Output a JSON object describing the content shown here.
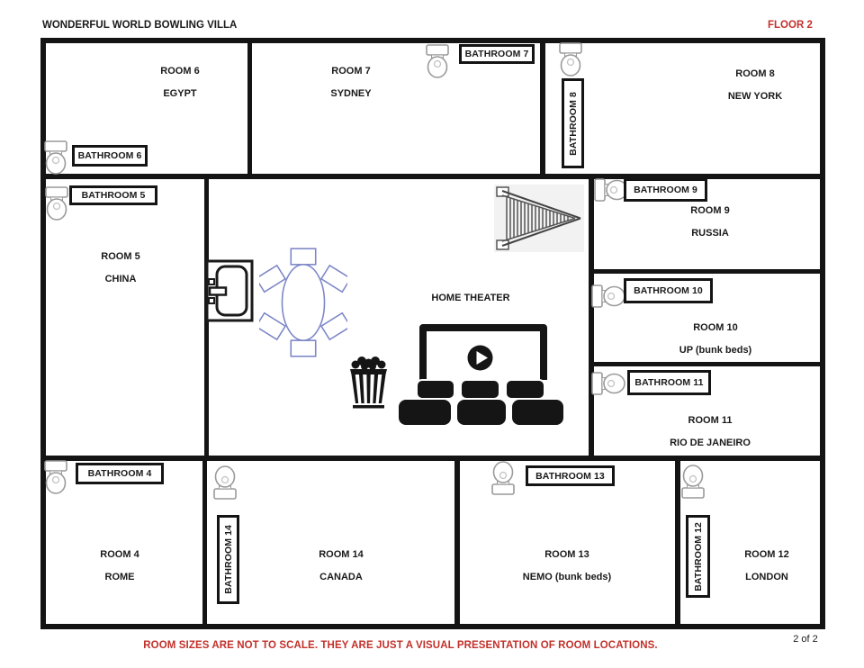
{
  "header": {
    "title": "WONDERFUL WORLD BOWLING VILLA",
    "floor_label": "FLOOR 2"
  },
  "footer": {
    "disclaimer": "ROOM SIZES ARE NOT TO SCALE. THEY ARE JUST A VISUAL PRESENTATION OF ROOM LOCATIONS.",
    "page": "2 of 2"
  },
  "rooms": {
    "r4": {
      "label": "ROOM 4",
      "theme": "ROME"
    },
    "r5": {
      "label": "ROOM 5",
      "theme": "CHINA"
    },
    "r6": {
      "label": "ROOM 6",
      "theme": "EGYPT"
    },
    "r7": {
      "label": "ROOM 7",
      "theme": "SYDNEY"
    },
    "r8": {
      "label": "ROOM 8",
      "theme": "NEW YORK"
    },
    "r9": {
      "label": "ROOM 9",
      "theme": "RUSSIA"
    },
    "r10": {
      "label": "ROOM 10",
      "theme": "UP (bunk beds)"
    },
    "r11": {
      "label": "ROOM 11",
      "theme": "RIO DE JANEIRO"
    },
    "r12": {
      "label": "ROOM 12",
      "theme": "LONDON"
    },
    "r13": {
      "label": "ROOM 13",
      "theme": "NEMO (bunk beds)"
    },
    "r14": {
      "label": "ROOM 14",
      "theme": "CANADA"
    }
  },
  "bathrooms": {
    "b4": "BATHROOM 4",
    "b5": "BATHROOM 5",
    "b6": "BATHROOM 6",
    "b7": "BATHROOM 7",
    "b8": "BATHROOM 8",
    "b9": "BATHROOM 9",
    "b10": "BATHROOM 10",
    "b11": "BATHROOM 11",
    "b12": "BATHROOM 12",
    "b13": "BATHROOM 13",
    "b14": "BATHROOM 14"
  },
  "common": {
    "home_theater": "HOME THEATER"
  },
  "icons": {
    "toilet": "toilet plan symbol (11 instances)",
    "sink": "bathroom sink with faucet",
    "dining_table": "oval table with six chairs",
    "staircase": "staircase (perspective, pointing right)",
    "movie_screen": "screen with play button",
    "theater_seats": "two rows of cinema seats",
    "popcorn": "popcorn bucket"
  },
  "colors": {
    "accent_red": "#c2302a",
    "wall_black": "#141414",
    "furniture_blue": "#7c86c7",
    "toilet_gray": "#9a9a9a"
  }
}
